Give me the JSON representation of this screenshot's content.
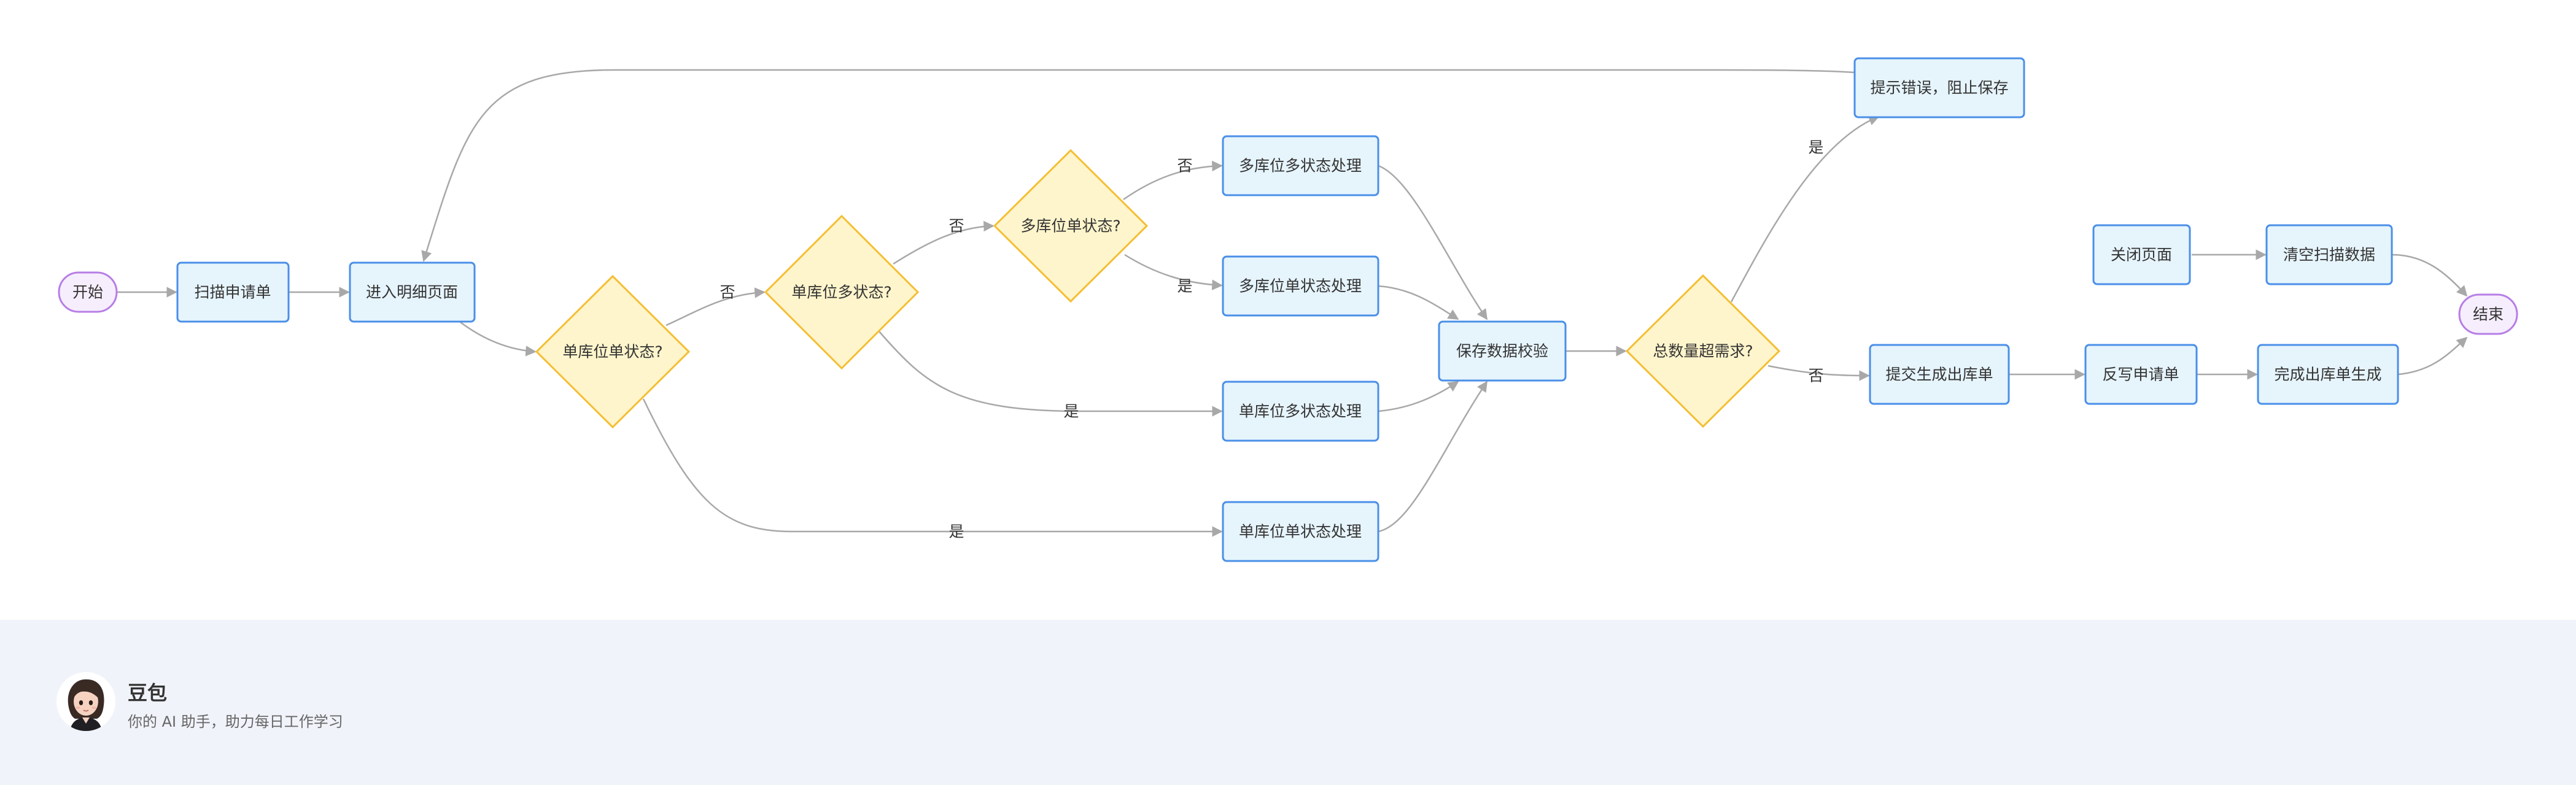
{
  "colors": {
    "process_fill": "#e6f4fc",
    "process_stroke": "#4a8fe8",
    "decision_fill": "#fff5cc",
    "decision_stroke": "#f4bf35",
    "terminal_fill": "#f6eefc",
    "terminal_stroke": "#b77ee6",
    "edge": "#a8a8a8",
    "footer_bg": "#f0f3fa"
  },
  "diagram": {
    "nodes": {
      "start": "开始",
      "scan": "扫描申请单",
      "detail": "进入明细页面",
      "q_single_single": "单库位单状态?",
      "q_single_multi": "单库位多状态?",
      "q_multi_single": "多库位单状态?",
      "multi_multi_proc": "多库位多状态处理",
      "multi_single_proc": "多库位单状态处理",
      "single_multi_proc": "单库位多状态处理",
      "single_single_proc": "单库位单状态处理",
      "save_check": "保存数据校验",
      "q_exceed": "总数量超需求?",
      "error_block": "提示错误，阻止保存",
      "close_page": "关闭页面",
      "clear_scan": "清空扫描数据",
      "submit_outbound": "提交生成出库单",
      "writeback": "反写申请单",
      "complete_outbound": "完成出库单生成",
      "end": "结束"
    },
    "edge_labels": {
      "no": "否",
      "yes": "是"
    }
  },
  "footer": {
    "brand_name": "豆包",
    "slogan": "你的 AI 助手，助力每日工作学习"
  }
}
